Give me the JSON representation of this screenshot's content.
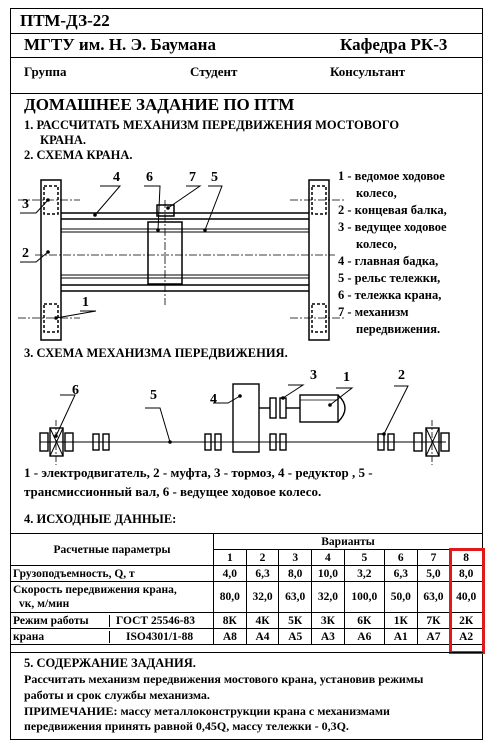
{
  "header": {
    "code": "ПТМ-ДЗ-22",
    "university": "МГТУ им. Н. Э. Баумана",
    "department": "Кафедра РК-3",
    "group_label": "Группа",
    "student_label": "Студент",
    "consultant_label": "Консультант"
  },
  "title": "ДОМАШНЕЕ ЗАДАНИЕ ПО ПТМ",
  "task1_line1": "1. РАССЧИТАТЬ  МЕХАНИЗМ  ПЕРЕДВИЖЕНИЯ  МОСТОВОГО",
  "task1_line2": "КРАНА.",
  "section2": "2. СХЕМА КРАНА.",
  "crane_labels": {
    "n1": "1",
    "n2": "2",
    "n3": "3",
    "n4": "4",
    "n5": "5",
    "n6": "6",
    "n7": "7"
  },
  "crane_legend": [
    "1 - ведомое ходовое",
    "колесо,",
    "2 - концевая балка,",
    "3 - ведущее ходовое",
    "колесо,",
    "4 - главная бадка,",
    "5 - рельс тележки,",
    "6 - тележка крана,",
    "7 - механизм",
    "передвижения."
  ],
  "section3": "3. СХЕМА МЕХАНИЗМА  ПЕРЕДВИЖЕНИЯ.",
  "mech_labels": {
    "n1": "1",
    "n2": "2",
    "n3": "3",
    "n4": "4",
    "n5": "5",
    "n6": "6"
  },
  "mech_legend_line1": "1 - электродвигатель, 2 - муфта, 3 - тормоз, 4 - редуктор , 5 -",
  "mech_legend_line2": "трансмиссионный вал, 6 -  ведущее ходовое колесо.",
  "section4": "4. ИСХОДНЫЕ ДАННЫЕ:",
  "table": {
    "param_header": "Расчетные параметры",
    "variants_header": "Варианты",
    "variant_numbers": [
      "1",
      "2",
      "3",
      "4",
      "5",
      "6",
      "7",
      "8"
    ],
    "rows": [
      {
        "label": "Грузоподъемность, Q, т",
        "values": [
          "4,0",
          "6,3",
          "8,0",
          "10,0",
          "3,2",
          "6,3",
          "5,0",
          "8,0"
        ]
      },
      {
        "label": "Скорость передвижения крана,",
        "label2": "vк, м/мин",
        "values": [
          "80,0",
          "32,0",
          "63,0",
          "32,0",
          "100,0",
          "50,0",
          "63,0",
          "40,0"
        ]
      }
    ],
    "mode_label1": "Режим работы",
    "mode_label2": "крана",
    "gost_label": "ГОСТ 25546-83",
    "iso_label": "ISO4301/1-88",
    "gost_values": [
      "8К",
      "4К",
      "5К",
      "3К",
      "6К",
      "1К",
      "7К",
      "2К"
    ],
    "iso_values": [
      "А8",
      "А4",
      "А5",
      "А3",
      "А6",
      "А1",
      "А7",
      "А2"
    ]
  },
  "section5": "5. СОДЕРЖАНИЕ ЗАДАНИЯ.",
  "content_line1": "Рассчитать механизм передвижения  мостового крана, установив режимы",
  "content_line2": "работы и срок службы механизма.",
  "note_line1": "ПРИМЕЧАНИЕ:  массу металлоконструкции крана с механизмами",
  "note_line2": "передвижения принять равной 0,45Q, массу тележки - 0,3Q.",
  "colors": {
    "highlight": "#e0191b"
  }
}
